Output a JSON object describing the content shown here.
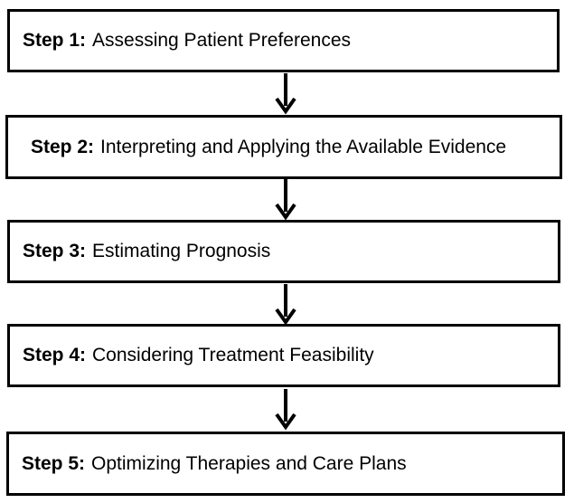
{
  "steps": [
    {
      "number": "Step 1:",
      "text": "Assessing Patient Preferences"
    },
    {
      "number": "Step 2:",
      "text": "Interpreting and Applying the Available Evidence"
    },
    {
      "number": "Step 3:",
      "text": "Estimating Prognosis"
    },
    {
      "number": "Step 4:",
      "text": "Considering Treatment Feasibility"
    },
    {
      "number": "Step 5:",
      "text": "Optimizing Therapies and Care Plans"
    }
  ]
}
